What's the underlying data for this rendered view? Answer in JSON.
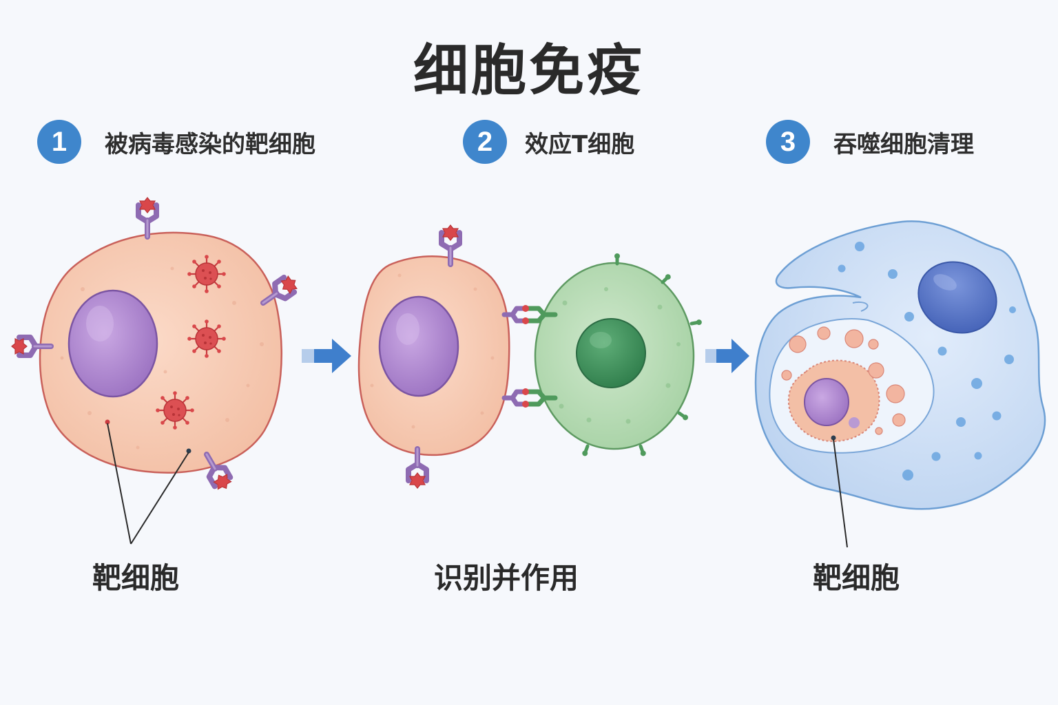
{
  "title": "细胞免疫",
  "steps": [
    {
      "num": "1",
      "label": "被病毒感染的靶细胞"
    },
    {
      "num": "2",
      "label": "效应T细胞"
    },
    {
      "num": "3",
      "label": "吞噬细胞清理"
    }
  ],
  "captions": {
    "left": "靶细胞",
    "middle": "识别并作用",
    "right": "靶细胞"
  },
  "colors": {
    "target_cell": "#f7cdb6",
    "target_cell_border": "#c9605a",
    "nucleus_purple": "#a77fcb",
    "virus_red": "#d9474a",
    "receptor_purple": "#8e6bb2",
    "t_cell_green": "#b7dbb5",
    "t_cell_border": "#5e9a62",
    "t_cell_nucleus": "#3f8f5b",
    "phagocyte_blue": "#cfe0f6",
    "phagocyte_border": "#6d9fd4",
    "phagocyte_nucleus": "#4f6fc3",
    "arrow_blue": "#3f7fcc",
    "step_badge": "#3f86cc"
  }
}
